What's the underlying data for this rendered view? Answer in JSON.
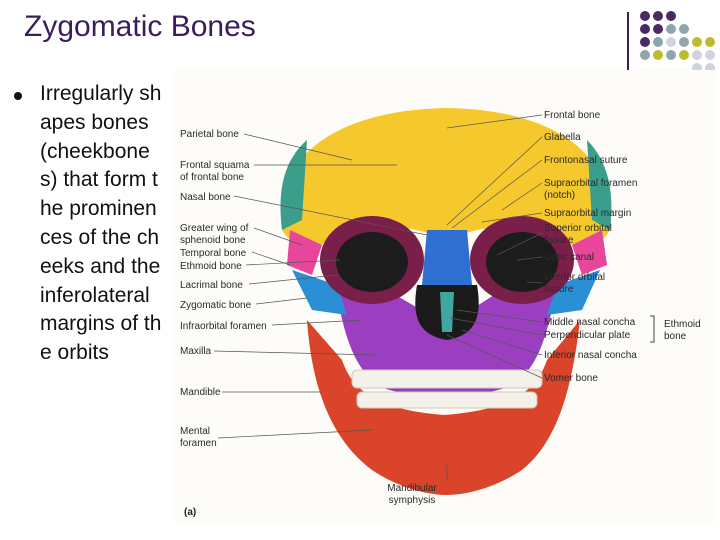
{
  "slide": {
    "title": "Zygomatic Bones",
    "bullet": "Irregularly shapes bones (cheekbones) that form the prominences of the cheeks and the inferolateral margins of the orbits"
  },
  "figure": {
    "panel_letter": "(a)",
    "labels_left": [
      "Parietal bone",
      "Frontal squama",
      "of frontal bone",
      "Nasal bone",
      "Greater wing of",
      "sphenoid bone",
      "Temporal bone",
      "Ethmoid bone",
      "Lacrimal bone",
      "Zygomatic bone",
      "Infraorbital foramen",
      "Maxilla",
      "Mandible",
      "Mental",
      "foramen"
    ],
    "labels_right": [
      "Frontal bone",
      "Glabella",
      "Frontonasal suture",
      "Supraorbital foramen",
      "(notch)",
      "Supraorbital margin",
      "Superior orbital",
      "fissure",
      "Optic canal",
      "Inferior orbital",
      "fissure",
      "Middle nasal concha",
      "Perpendicular plate",
      "Inferior nasal concha",
      "Vomer bone"
    ],
    "labels_bottom": [
      "Mandibular",
      "symphysis"
    ],
    "bracket_label": [
      "Ethmoid",
      "bone"
    ]
  },
  "colors": {
    "title": "#3b1d5c",
    "frontal": "#f5c82e",
    "maxilla": "#9b3fc0",
    "mandible": "#d9442b",
    "zygomatic": "#2b8fd6",
    "sphenoid": "#e8469a",
    "nasal": "#2f6fd1"
  }
}
